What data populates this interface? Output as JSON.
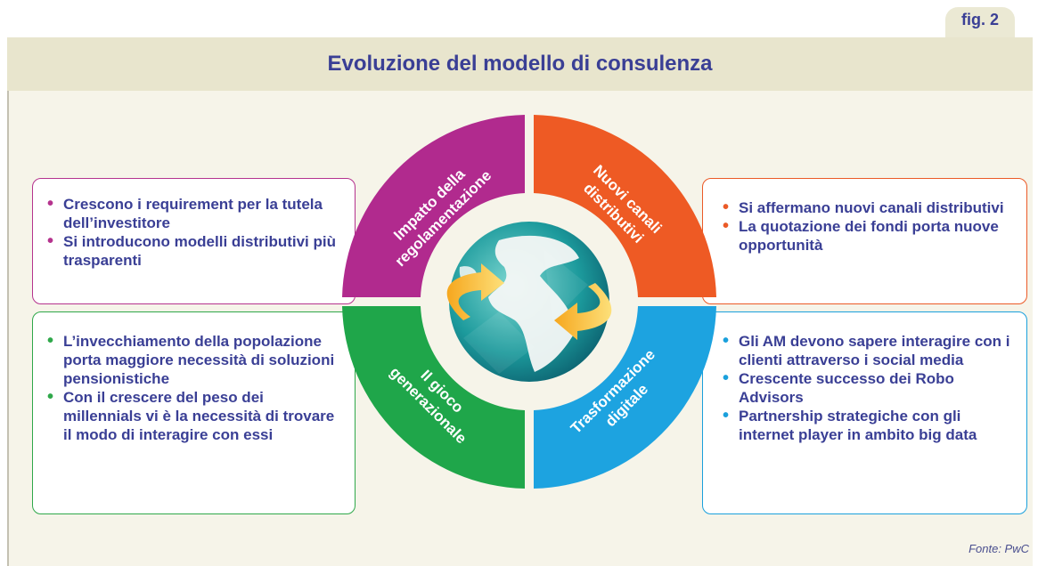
{
  "fig_label": "fig. 2",
  "title": "Evoluzione del modello di consulenza",
  "source": "Fonte: PwC",
  "quadrants": {
    "top_left": {
      "label_line1": "Impatto della",
      "label_line2": "regolamentazione",
      "color": "#b12a8e"
    },
    "top_right": {
      "label_line1": "Nuovi canali",
      "label_line2": "distributivi",
      "color": "#ee5a24"
    },
    "bottom_left": {
      "label_line1": "Il gioco",
      "label_line2": "generazionale",
      "color": "#1fa64a"
    },
    "bottom_right": {
      "label_line1": "Trasformazione",
      "label_line2": "digitale",
      "color": "#1da3e0"
    }
  },
  "boxes": {
    "top_left": [
      "Crescono i requirement per la tutela dell’investitore",
      "Si introducono modelli distributivi più trasparenti"
    ],
    "top_right": [
      "Si affermano nuovi canali distributivi",
      "La quotazione dei fondi porta nuove opportunità"
    ],
    "bottom_left": [
      "L’invecchiamento della popolazione porta maggiore necessità di soluzioni pensionistiche",
      "Con il crescere del peso dei millennials vi è la necessità di trovare il modo di interagire con essi"
    ],
    "bottom_right": [
      "Gli AM devono sapere interagire con i clienti attraverso i social media",
      "Crescente successo dei Robo Advisors",
      "Partnership strategiche con gli internet player in ambito big data"
    ]
  }
}
